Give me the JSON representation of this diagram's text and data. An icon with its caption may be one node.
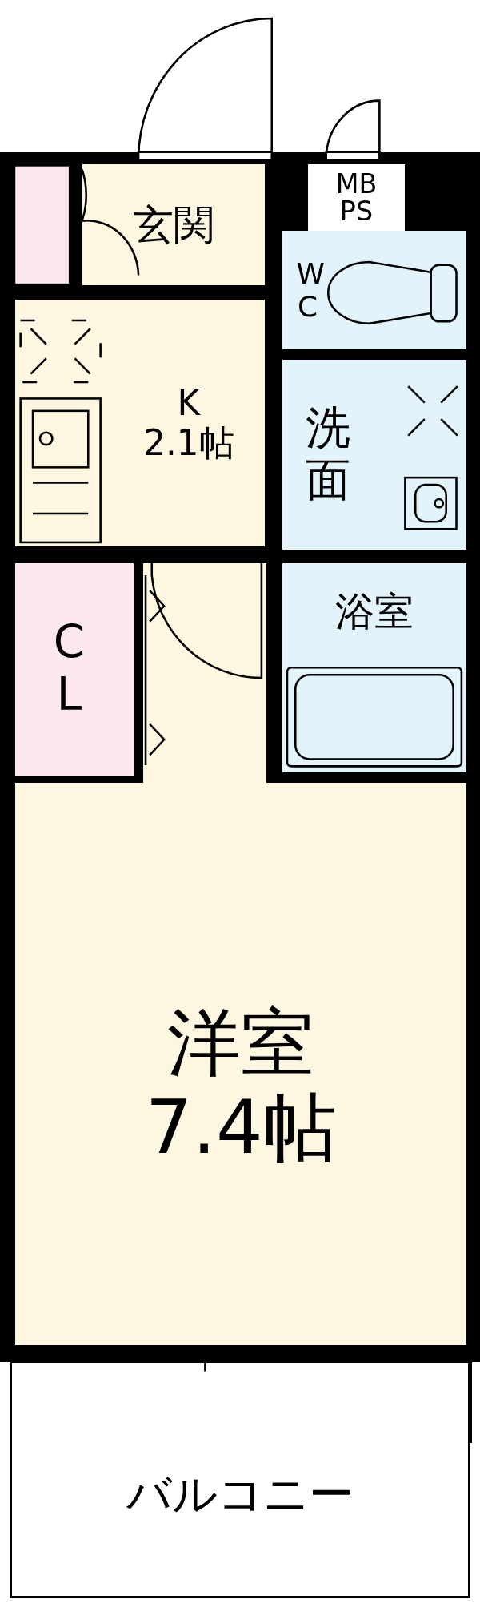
{
  "diagram": {
    "nodes": [
      {
        "text": [
          "玄関"
        ]
      },
      {
        "text": [
          "MB PS"
        ]
      },
      {
        "text": [
          "WC"
        ]
      },
      {
        "text": [
          "K",
          "2.1帖"
        ]
      },
      {
        "text": [
          "洗面"
        ]
      },
      {
        "text": [
          "CL"
        ]
      },
      {
        "text": [
          "浴室"
        ]
      },
      {
        "text": [
          "洋室",
          "7.4帖"
        ]
      },
      {
        "text": [
          "バルコニー"
        ]
      }
    ]
  }
}
